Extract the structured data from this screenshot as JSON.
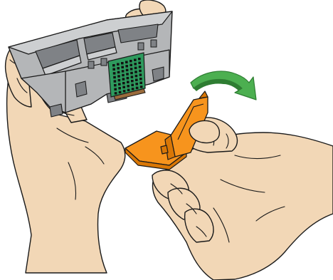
{
  "illustration": {
    "objects": [
      "left-hand",
      "printhead",
      "right-hand",
      "orange-protective-cap",
      "green-curved-arrow"
    ],
    "colors": {
      "skin": "#F2D7B6",
      "skin_shadow": "#E7C29E",
      "outline": "#1A1A1A",
      "printhead_body": "#B4B6B8",
      "printhead_top": "#CDCFD1",
      "printhead_dark": "#7F8286",
      "contact_board": "#2E9A5E",
      "contact_pads": "#111111",
      "cap": "#F7941D",
      "cap_dark": "#D97706",
      "arrow": "#4CAF50",
      "arrow_dark": "#2E7D32"
    }
  }
}
